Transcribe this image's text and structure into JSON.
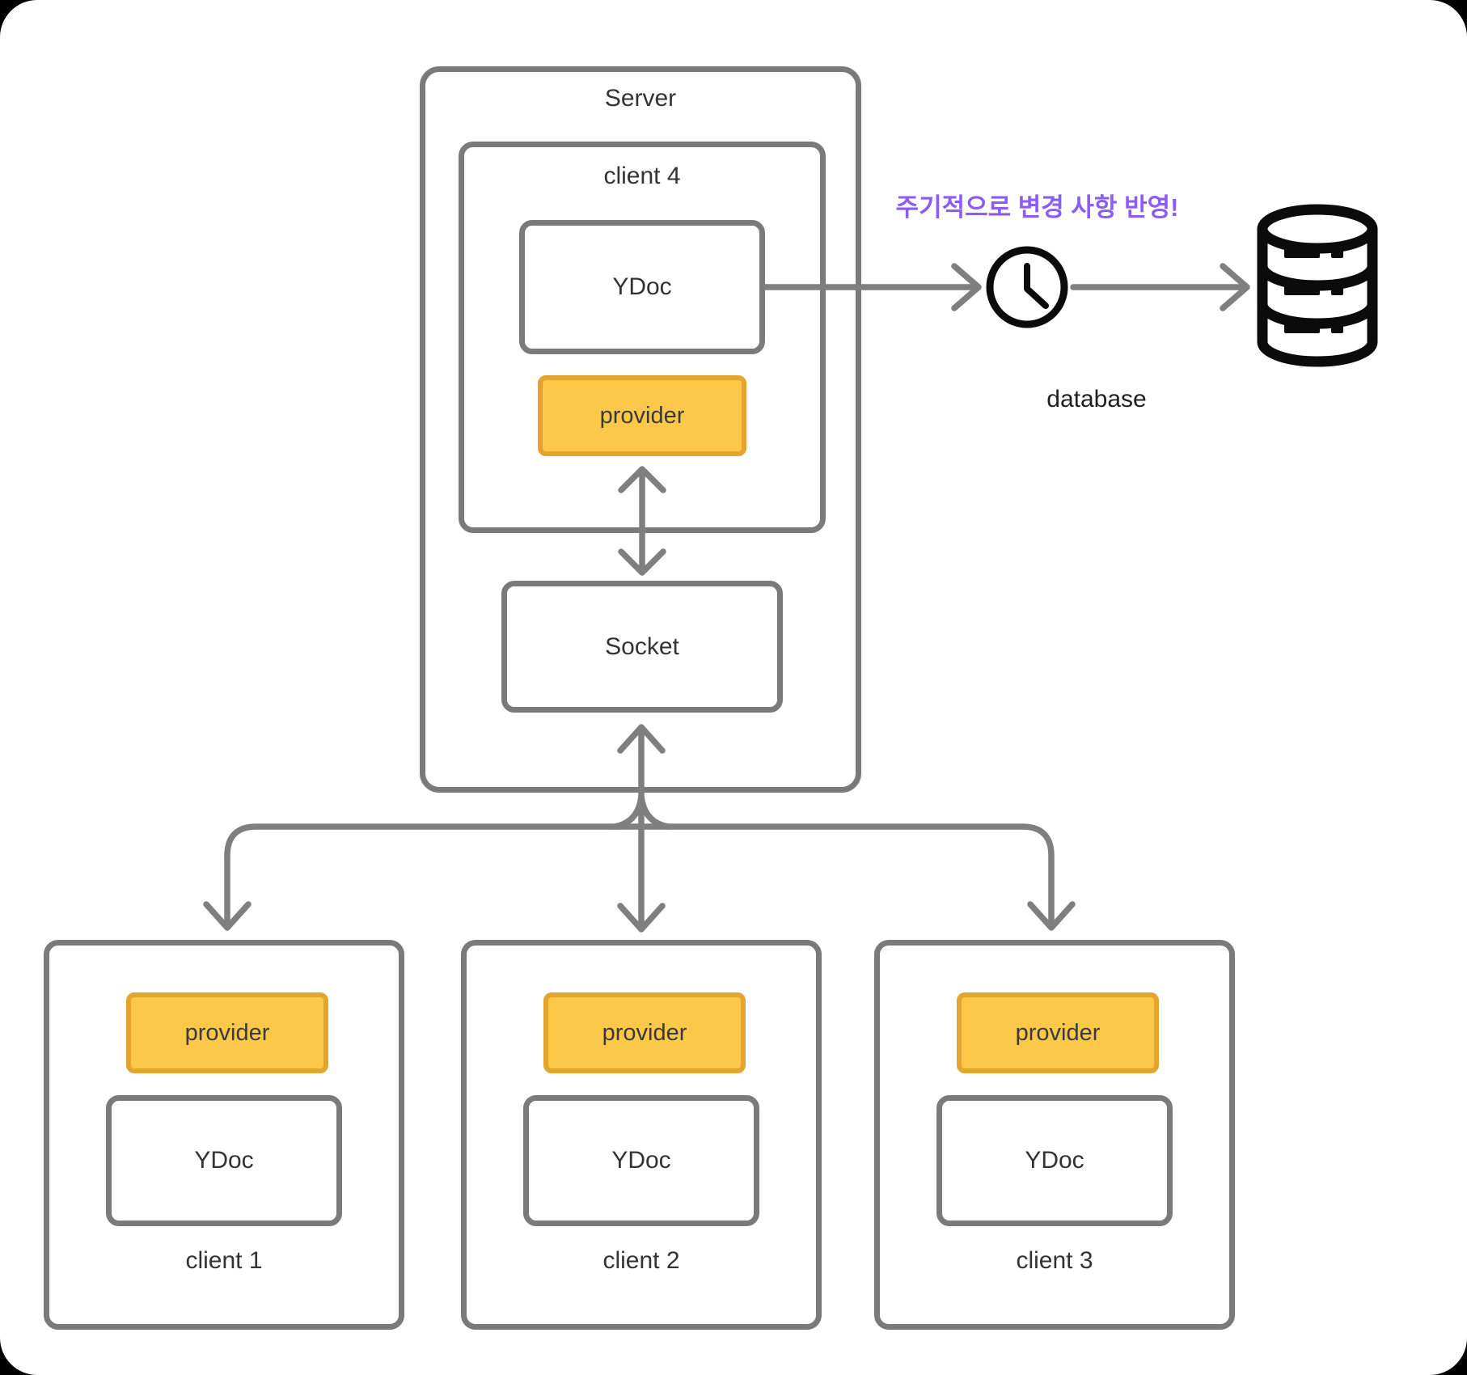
{
  "colors": {
    "box_border": "#7a7a7a",
    "arrow": "#7f7f7f",
    "provider_fill": "#FBC84A",
    "provider_border": "#E5A42E",
    "annotation": "#8B5CF6",
    "icon": "#0b0b0b",
    "text": "#333333"
  },
  "server": {
    "label": "Server"
  },
  "client4": {
    "label": "client 4",
    "ydoc_label": "YDoc",
    "provider_label": "provider"
  },
  "socket": {
    "label": "Socket"
  },
  "annotation": {
    "text": "주기적으로 변경 사항 반영!"
  },
  "database": {
    "label": "database"
  },
  "clients": [
    {
      "label": "client 1",
      "provider_label": "provider",
      "ydoc_label": "YDoc"
    },
    {
      "label": "client 2",
      "provider_label": "provider",
      "ydoc_label": "YDoc"
    },
    {
      "label": "client 3",
      "provider_label": "provider",
      "ydoc_label": "YDoc"
    }
  ]
}
